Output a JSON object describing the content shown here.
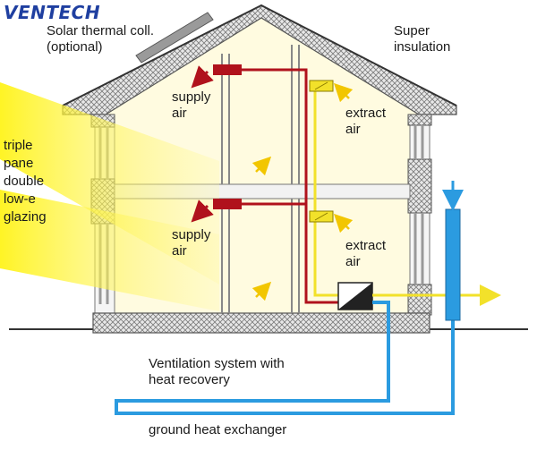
{
  "brand": {
    "name": "VENTECH"
  },
  "labels": {
    "solar_collector": "Solar thermal coll.",
    "solar_optional": "(optional)",
    "super": "Super",
    "insulation": "insulation",
    "supply_air": "supply",
    "supply_air_2": "air",
    "extract_air": "extract",
    "extract_air_2": "air",
    "glazing": [
      "triple",
      "pane",
      "double",
      "low-e",
      "glazing"
    ],
    "ventilation_1": "Ventilation system with",
    "ventilation_2": "heat recovery",
    "ground_hx": "ground heat exchanger"
  },
  "colors": {
    "supply_duct": "#b0121c",
    "extract_duct": "#f2e12a",
    "ground_pipe": "#2b9be0",
    "sunlight": "#fff46a",
    "interior": "#fffbe0",
    "insulation_hatch": "#7a7a7a",
    "brand": "#1f3fa0"
  }
}
